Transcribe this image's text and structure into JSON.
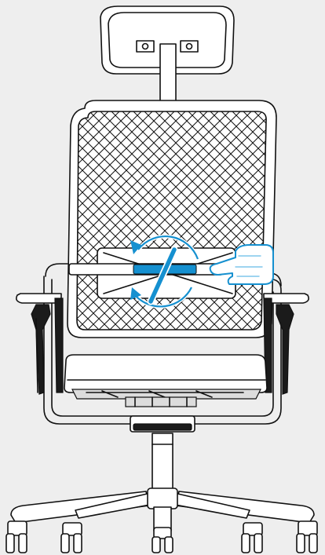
{
  "figure": {
    "subject": "office-chair-rear-view",
    "annotation": "lumbar-support-height-adjustment",
    "gesture": "hand-slide",
    "rotation": "circular-arrows-both-directions"
  },
  "colors": {
    "background": "#eeeeee",
    "line": "#111111",
    "fill": "#ffffff",
    "highlight": "#1590d0",
    "highlight_light": "#7fc6ec"
  },
  "icons": {
    "hand": "pointing-hand-icon",
    "rotate": "rotate-arrows-icon"
  }
}
